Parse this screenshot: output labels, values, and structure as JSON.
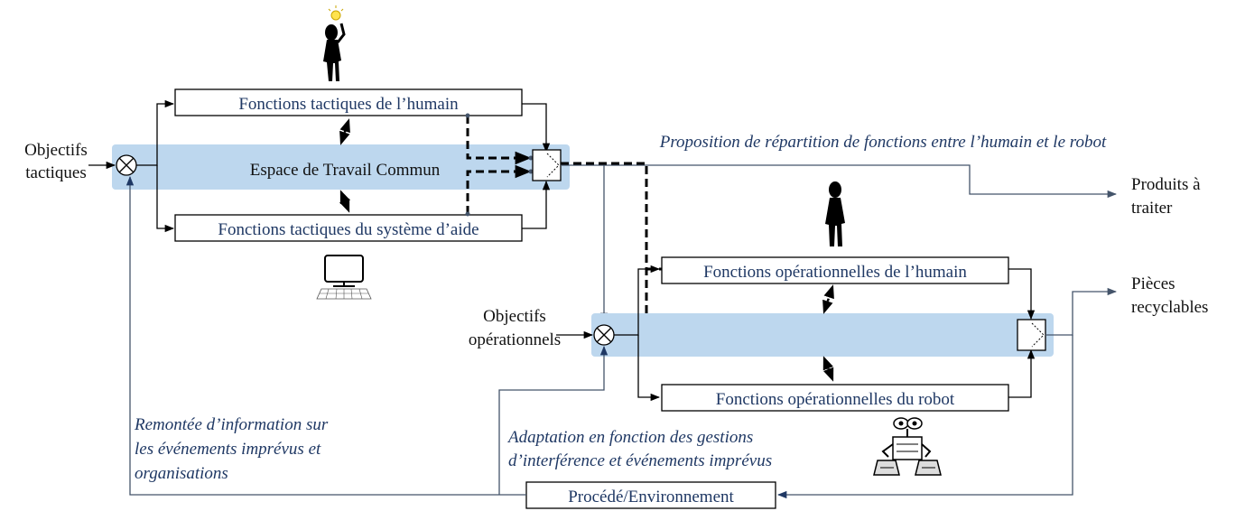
{
  "tactical": {
    "objectives_label_line1": "Objectifs",
    "objectives_label_line2": "tactiques",
    "human_functions": "Fonctions tactiques de l’humain",
    "common_workspace": "Espace de Travail Commun",
    "aid_system_functions": "Fonctions tactiques du système d’aide"
  },
  "proposal_label": "Proposition de répartition de fonctions entre l’humain et le robot",
  "outputs": {
    "products_line1": "Produits à",
    "products_line2": "traiter",
    "parts_line1": "Pièces",
    "parts_line2": "recyclables"
  },
  "operational": {
    "objectives_label_line1": "Objectifs",
    "objectives_label_line2": "opérationnels",
    "human_functions": "Fonctions opérationnelles de l’humain",
    "robot_functions": "Fonctions opérationnelles du robot"
  },
  "feedback": {
    "left_line1": "Remontée d’information sur",
    "left_line2": "les événements imprévus et",
    "left_line3": "organisations",
    "right_line1": "Adaptation en fonction des gestions",
    "right_line2": "d’interférence et événements imprévus"
  },
  "process_label": "Procédé/Environnement",
  "colors": {
    "band": "#bdd7ee",
    "text": "#1f3864",
    "feedback_line": "#44546a"
  }
}
